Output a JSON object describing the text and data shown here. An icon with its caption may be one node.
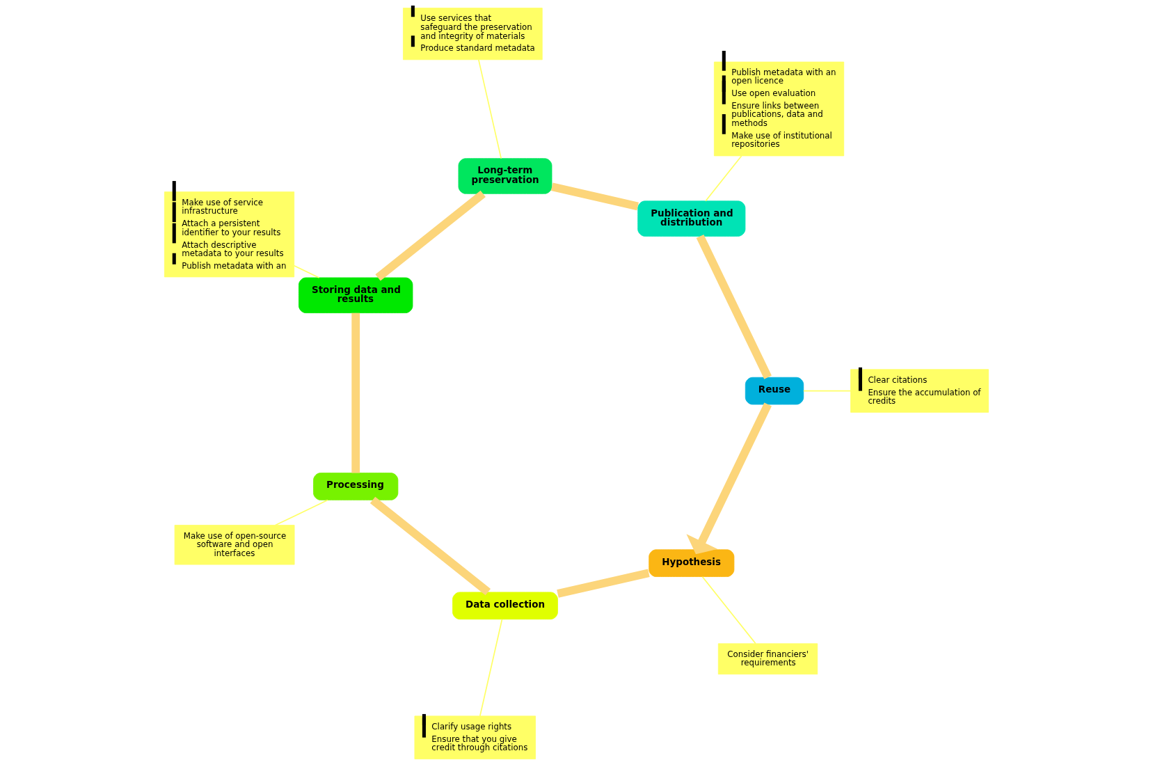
{
  "diagram": {
    "nodes": [
      {
        "text": [
          "Hypothesis"
        ]
      },
      {
        "text": [
          "Data collection"
        ]
      },
      {
        "text": [
          "Processing"
        ]
      },
      {
        "text": [
          "Storing data and results"
        ]
      },
      {
        "text": [
          "Long-term preservation"
        ]
      },
      {
        "text": [
          "Publication and distribution"
        ]
      },
      {
        "text": [
          "Reuse"
        ]
      },
      {
        "text": [
          "Consider financiers' requirements"
        ]
      },
      {
        "text": [
          "Clear citations",
          "Ensure the accumulation of credits"
        ]
      },
      {
        "text": [
          "Clarify usage rights",
          "Ensure that you give credit through citations"
        ]
      },
      {
        "text": [
          "Publish metadata with an open licence",
          "Use open evaluation",
          "Ensure links between publications, data and methods",
          "Make use of institutional repositories"
        ]
      },
      {
        "text": [
          "Make use of open-source software and open interfaces"
        ]
      },
      {
        "text": [
          "Use services that safeguard the preservation and integrity of materials",
          "Produce standard metadata"
        ]
      },
      {
        "text": [
          "Make use of service infrastructure",
          "Attach a persistent identifier to your results",
          "Attach descriptive metadata to your results",
          "Publish metadata with an"
        ]
      }
    ],
    "edges": [
      {
        "from": 0,
        "to": 1,
        "arrow": "none",
        "style": "thick"
      },
      {
        "from": 1,
        "to": 2,
        "arrow": "none",
        "style": "thick"
      },
      {
        "from": 2,
        "to": 3,
        "arrow": "none",
        "style": "thick"
      },
      {
        "from": 3,
        "to": 4,
        "arrow": "none",
        "style": "thick"
      },
      {
        "from": 4,
        "to": 5,
        "arrow": "none",
        "style": "thick"
      },
      {
        "from": 5,
        "to": 6,
        "arrow": "none",
        "style": "thick"
      },
      {
        "from": 6,
        "to": 0,
        "arrow": "to",
        "style": "thick"
      },
      {
        "from": 7,
        "to": 0,
        "arrow": "none",
        "color": "#ffff66"
      },
      {
        "from": 8,
        "to": 6,
        "arrow": "none",
        "color": "#ffff66"
      },
      {
        "from": 9,
        "to": 1,
        "arrow": "none",
        "color": "#ffff66"
      },
      {
        "from": 10,
        "to": 5,
        "arrow": "none",
        "color": "#ffff66"
      },
      {
        "from": 11,
        "to": 2,
        "arrow": "none",
        "color": "#ffff66"
      },
      {
        "from": 12,
        "to": 4,
        "arrow": "none",
        "color": "#ffff66"
      },
      {
        "from": 13,
        "to": 3,
        "arrow": "none",
        "color": "#ffff66"
      }
    ]
  }
}
